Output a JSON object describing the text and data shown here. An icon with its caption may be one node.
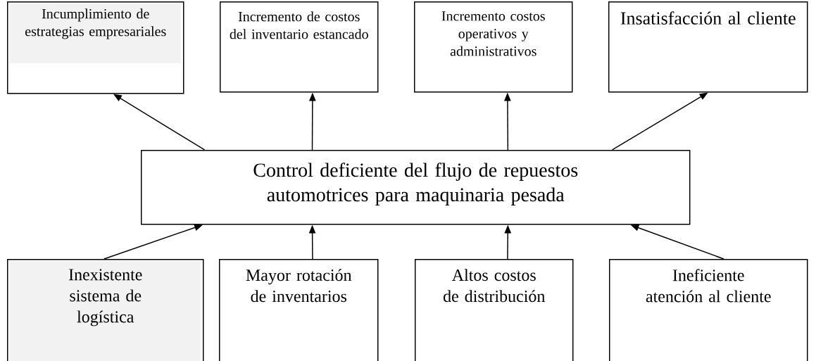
{
  "diagram": {
    "nodes": [
      {
        "text": [
          "Incumplimiento de estrategias empresariales"
        ]
      },
      {
        "text": [
          "Incremento de costos del inventario estancado"
        ]
      },
      {
        "text": [
          "Incremento costos operativos y administrativos"
        ]
      },
      {
        "text": [
          "Insatisfacción al cliente"
        ]
      },
      {
        "text": [
          "Control deficiente del flujo de repuestos automotrices para maquinaria pesada"
        ]
      },
      {
        "text": [
          "Inexistente sistema de logística"
        ]
      },
      {
        "text": [
          "Mayor rotación de inventarios"
        ]
      },
      {
        "text": [
          "Altos costos de distribución"
        ]
      },
      {
        "text": [
          "Ineficiente atención al cliente"
        ]
      }
    ],
    "edges": [
      {
        "from": 4,
        "to": 0,
        "arrow": "to"
      },
      {
        "from": 4,
        "to": 1,
        "arrow": "to"
      },
      {
        "from": 4,
        "to": 2,
        "arrow": "to"
      },
      {
        "from": 4,
        "to": 3,
        "arrow": "to"
      },
      {
        "from": 5,
        "to": 4,
        "arrow": "to"
      },
      {
        "from": 6,
        "to": 4,
        "arrow": "to"
      },
      {
        "from": 7,
        "to": 4,
        "arrow": "to"
      },
      {
        "from": 8,
        "to": 4,
        "arrow": "to"
      }
    ]
  }
}
